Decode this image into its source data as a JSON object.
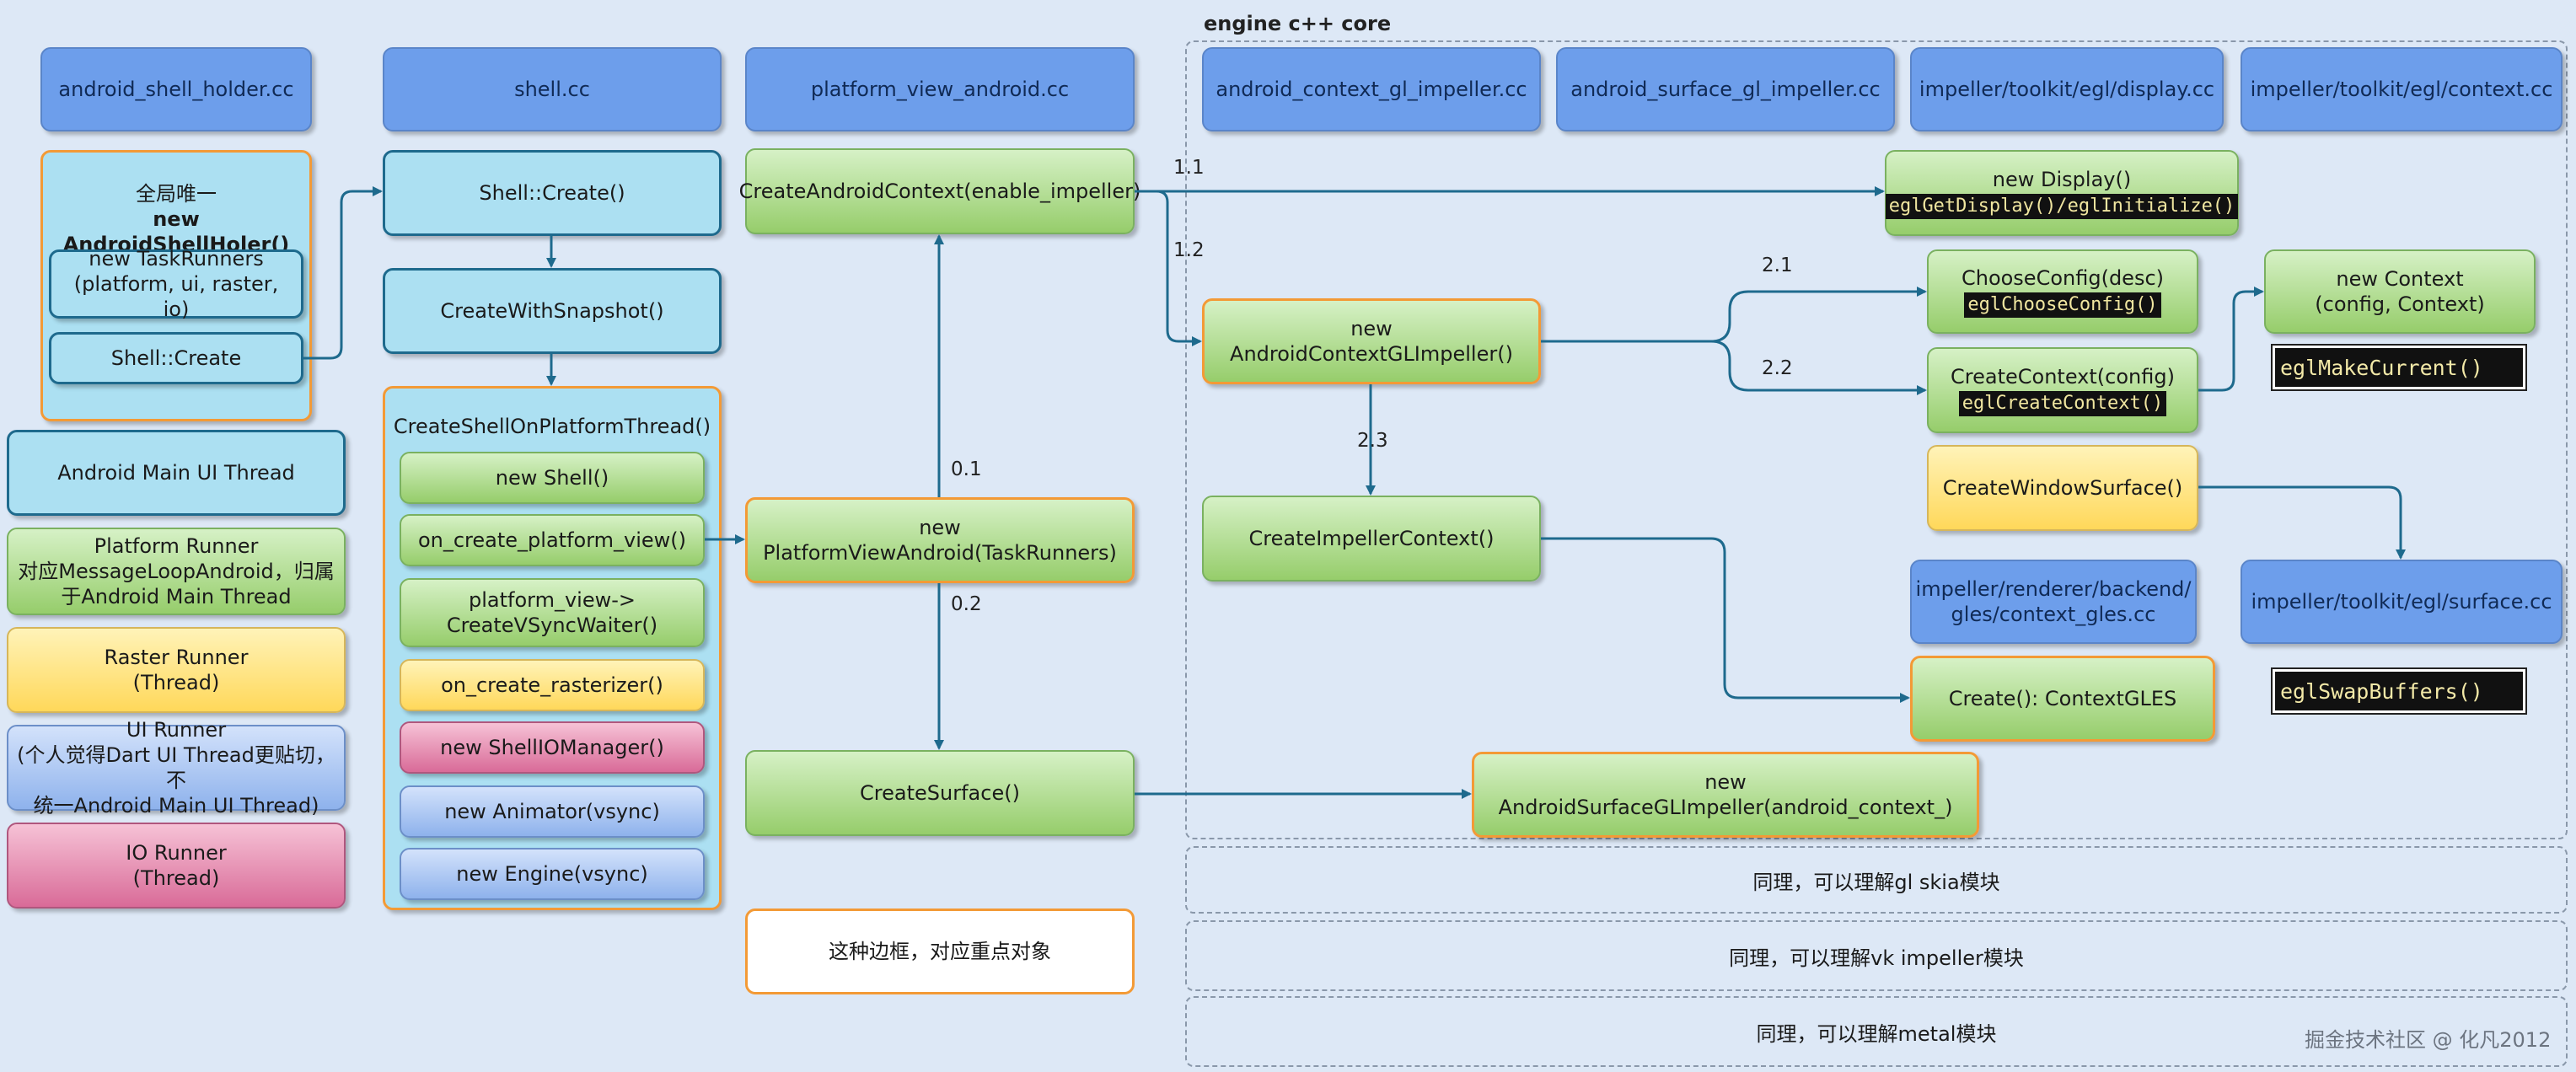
{
  "colors": {
    "arrow": "#1e6a8d",
    "highlight_border": "#f39a36",
    "header": "#6d9eeb"
  },
  "core_label": "engine c++ core",
  "headers": {
    "android_shell_holder": "android_shell_holder.cc",
    "shell": "shell.cc",
    "platform_view_android": "platform_view_android.cc",
    "android_context_gl_impeller": "android_context_gl_impeller.cc",
    "android_surface_gl_impeller": "android_surface_gl_impeller.cc",
    "egl_display": "impeller/toolkit/egl/display.cc",
    "egl_context": "impeller/toolkit/egl/context.cc",
    "context_gles_l1": "impeller/renderer/backend/",
    "context_gles_l2": "gles/context_gles.cc",
    "egl_surface": "impeller/toolkit/egl/surface.cc"
  },
  "holder": {
    "line1": "全局唯一",
    "line2": "new AndroidShellHoler()",
    "task_runners_l1": "new TaskRunners",
    "task_runners_l2": "(platform, ui, raster, io)",
    "shell_create": "Shell::Create"
  },
  "legend": {
    "main_ui": "Android Main UI Thread",
    "platform_l1": "Platform Runner",
    "platform_l2": "对应MessageLoopAndroid，归属",
    "platform_l3": "于Android Main Thread",
    "raster_l1": "Raster Runner",
    "raster_l2": "(Thread)",
    "ui_l1": "UI Runner",
    "ui_l2": "(个人觉得Dart UI Thread更贴切，不",
    "ui_l3": "统一Android Main UI Thread)",
    "io_l1": "IO Runner",
    "io_l2": "(Thread)"
  },
  "shell": {
    "create": "Shell::Create()",
    "with_snapshot": "CreateWithSnapshot()",
    "on_platform_thread": "CreateShellOnPlatformThread()",
    "new_shell": "new Shell()",
    "on_create_platform_view": "on_create_platform_view()",
    "vsync_l1": "platform_view->",
    "vsync_l2": "CreateVSyncWaiter()",
    "on_create_rasterizer": "on_create_rasterizer()",
    "io_manager": "new ShellIOManager()",
    "animator": "new Animator(vsync)",
    "engine": "new Engine(vsync)"
  },
  "platform": {
    "create_context": "CreateAndroidContext(enable_impeller)",
    "new_pv_l1": "new",
    "new_pv_l2": "PlatformViewAndroid(TaskRunners)",
    "create_surface": "CreateSurface()",
    "legend_note": "这种边框，对应重点对象"
  },
  "core": {
    "new_ctx_impeller": "new AndroidContextGLImpeller()",
    "create_impeller_ctx": "CreateImpellerContext()",
    "new_display": "new Display()",
    "display_code": "eglGetDisplay()/eglInitialize()",
    "choose_config": "ChooseConfig(desc)",
    "choose_code": "eglChooseConfig()",
    "create_context": "CreateContext(config)",
    "create_context_code": "eglCreateContext()",
    "new_context_l1": "new Context",
    "new_context_l2": "(config, Context)",
    "make_current": "eglMakeCurrent()",
    "window_surface": "CreateWindowSurface()",
    "create_gles": "Create():  ContextGLES",
    "swap_buffers": "eglSwapBuffers()",
    "new_surface": "new AndroidSurfaceGLImpeller(android_context_)"
  },
  "edge_labels": {
    "e11": "1.1",
    "e12": "1.2",
    "e21": "2.1",
    "e22": "2.2",
    "e23": "2.3",
    "e01": "0.1",
    "e02": "0.2"
  },
  "bottom": {
    "gl_skia": "同理，可以理解gl skia模块",
    "vk_impeller": "同理，可以理解vk impeller模块",
    "metal": "同理，可以理解metal模块"
  },
  "watermark": "掘金技术社区 @ 化凡2012"
}
